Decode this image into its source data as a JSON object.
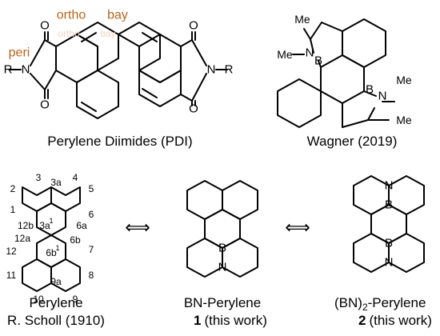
{
  "labels": {
    "pdi": {
      "caption": "Perylene Diimides (PDI)",
      "ortho": "ortho",
      "bay": "bay",
      "peri": "peri",
      "R": "R",
      "N": "N",
      "O": "O"
    },
    "wagner": {
      "caption": "Wagner (2019)",
      "Me": "Me",
      "B": "B",
      "N": "N"
    },
    "perylene": {
      "name": "Perylene",
      "author": "R. Scholl (1910)",
      "locants": [
        "1",
        "2",
        "3",
        "3a",
        "4",
        "5",
        "6",
        "6a",
        "6b",
        "7",
        "8",
        "9",
        "9a",
        "10",
        "11",
        "12",
        "12a",
        "12b",
        "3a",
        "1",
        "6b",
        "1"
      ]
    },
    "bn_perylene": {
      "name": "BN-Perylene",
      "number": "1",
      "note": "(this work)",
      "B": "B",
      "N": "N"
    },
    "bn2_perylene": {
      "name_prefix": "(BN)",
      "name_sub": "2",
      "name_suffix": "-Perylene",
      "number": "2",
      "note": "(this work)",
      "B": "B",
      "N": "N"
    },
    "arrow": "⟺"
  },
  "colors": {
    "position_label": "#b5651d",
    "ghost_text": "#f0d6c2",
    "bond": "#000000"
  }
}
